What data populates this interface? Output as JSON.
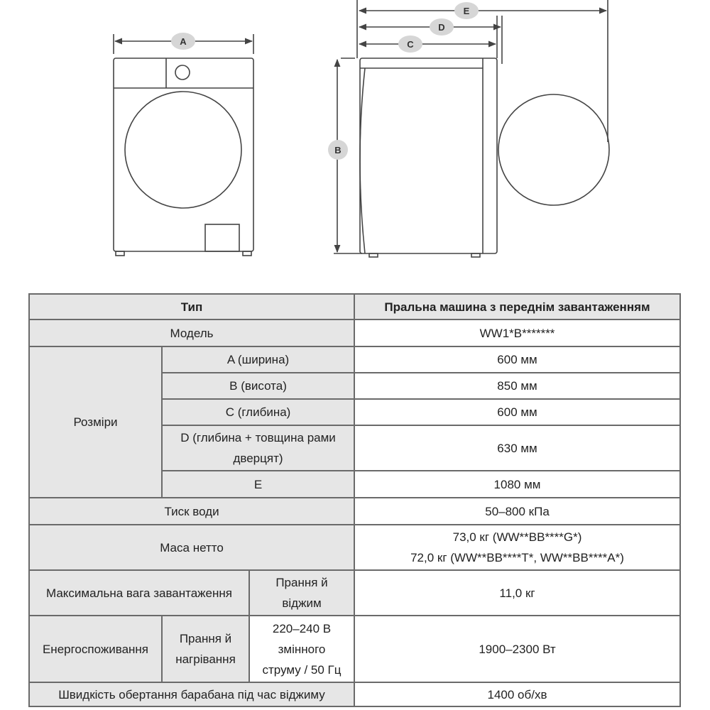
{
  "diagram": {
    "labels": {
      "a": "A",
      "b": "B",
      "c": "C",
      "d": "D",
      "e": "E"
    }
  },
  "table": {
    "type_label": "Тип",
    "type_value": "Пральна машина з переднім завантаженням",
    "model_label": "Модель",
    "model_value": "WW1*B*******",
    "dimensions_label": "Розміри",
    "dims": {
      "a_label": "A (ширина)",
      "a_value": "600 мм",
      "b_label": "B (висота)",
      "b_value": "850 мм",
      "c_label": "C (глибина)",
      "c_value": "600 мм",
      "d_label_line1": "D (глибина + товщина рами",
      "d_label_line2": "дверцят)",
      "d_value": "630 мм",
      "e_label": "E",
      "e_value": "1080 мм"
    },
    "water_pressure_label": "Тиск води",
    "water_pressure_value": "50–800 кПа",
    "net_weight_label": "Маса нетто",
    "net_weight_line1": "73,0 кг (WW**BB****G*)",
    "net_weight_line2": "72,0 кг (WW**BB****T*, WW**BB****A*)",
    "max_load_label": "Максимальна вага завантаження",
    "max_load_mode_line1": "Прання й",
    "max_load_mode_line2": "віджим",
    "max_load_value": "11,0 кг",
    "power_label": "Енергоспоживання",
    "power_mode_line1": "Прання й",
    "power_mode_line2": "нагрівання",
    "power_supply_line1": "220–240 В",
    "power_supply_line2": "змінного",
    "power_supply_line3": "струму / 50 Гц",
    "power_value": "1900–2300 Вт",
    "spin_label": "Швидкість обертання барабана під час віджиму",
    "spin_value": "1400 об/хв"
  }
}
